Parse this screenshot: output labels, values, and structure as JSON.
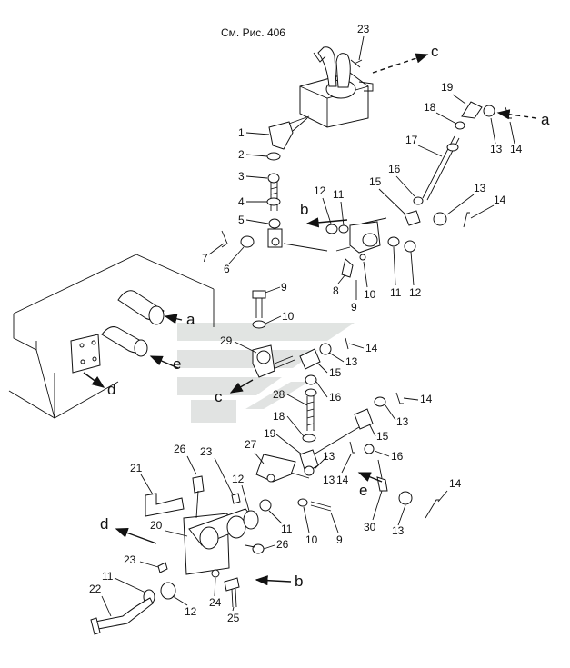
{
  "title": "См. Рис. 406",
  "letters": {
    "a": "a",
    "b": "b",
    "c": "c",
    "d": "d",
    "e": "e"
  },
  "callouts": {
    "n1": "1",
    "n2": "2",
    "n3": "3",
    "n4": "4",
    "n5": "5",
    "n6": "6",
    "n7": "7",
    "n8": "8",
    "n9": "9",
    "n10": "10",
    "n11": "11",
    "n12": "12",
    "n13": "13",
    "n14": "14",
    "n15": "15",
    "n16": "16",
    "n17": "17",
    "n18": "18",
    "n19": "19",
    "n20": "20",
    "n21": "21",
    "n22": "22",
    "n23": "23",
    "n24": "24",
    "n25": "25",
    "n26": "26",
    "n27": "27",
    "n28": "28",
    "n29": "29",
    "n30": "30"
  },
  "colors": {
    "line": "#111111",
    "watermark": "#c9cdcb",
    "background": "#ffffff"
  }
}
